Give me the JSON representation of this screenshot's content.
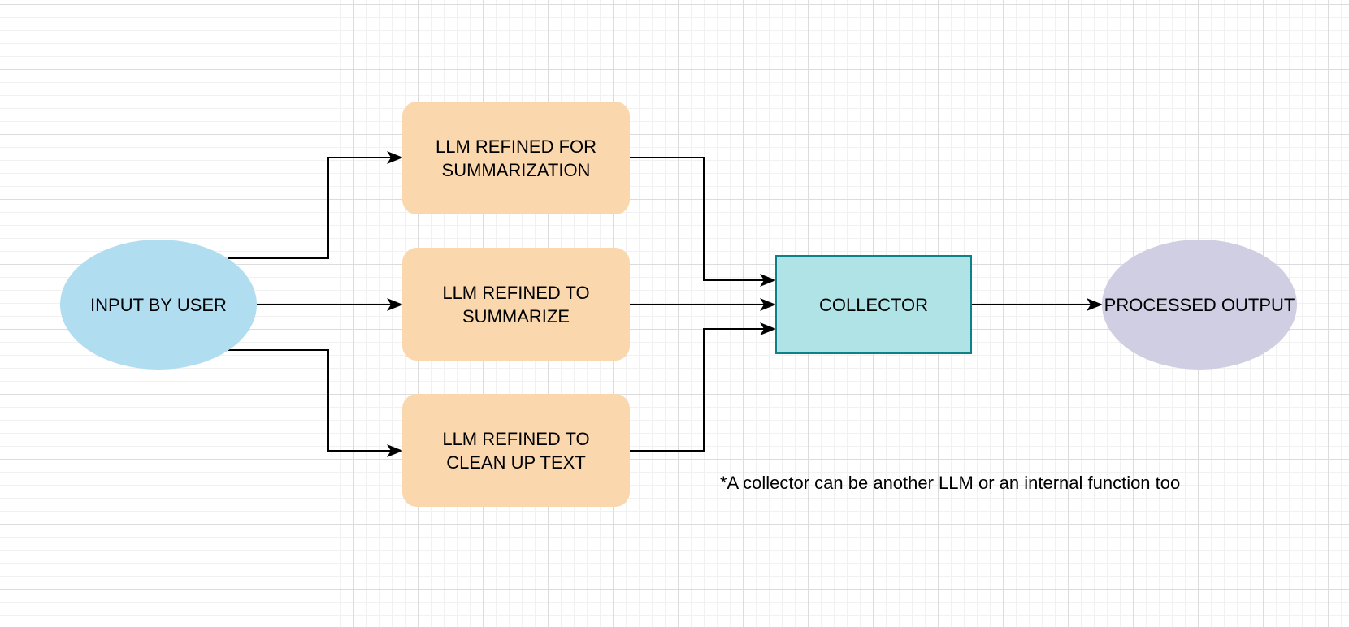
{
  "diagram": {
    "nodes": {
      "input": {
        "label": "INPUT BY USER",
        "shape": "ellipse",
        "fill": "#b1ddf0"
      },
      "summarization": {
        "label": "LLM REFINED FOR\nSUMMARIZATION",
        "shape": "rounded-rectangle",
        "fill": "#fad7ac"
      },
      "summarize": {
        "label": "LLM REFINED TO\nSUMMARIZE",
        "shape": "rounded-rectangle",
        "fill": "#fad7ac"
      },
      "cleanup": {
        "label": "LLM REFINED TO\nCLEAN UP TEXT",
        "shape": "rounded-rectangle",
        "fill": "#fad7ac"
      },
      "collector": {
        "label": "COLLECTOR",
        "shape": "rectangle",
        "fill": "#b0e3e6",
        "stroke": "#0e8088"
      },
      "output": {
        "label": "PROCESSED OUTPUT",
        "shape": "ellipse",
        "fill": "#d0cee2"
      }
    },
    "edges": [
      {
        "from": "input",
        "to": "summarization"
      },
      {
        "from": "input",
        "to": "summarize"
      },
      {
        "from": "input",
        "to": "cleanup"
      },
      {
        "from": "summarization",
        "to": "collector"
      },
      {
        "from": "summarize",
        "to": "collector"
      },
      {
        "from": "cleanup",
        "to": "collector"
      },
      {
        "from": "collector",
        "to": "output"
      }
    ],
    "note": "*A collector can be another LLM or an internal function too",
    "edge_color": "#000000"
  }
}
